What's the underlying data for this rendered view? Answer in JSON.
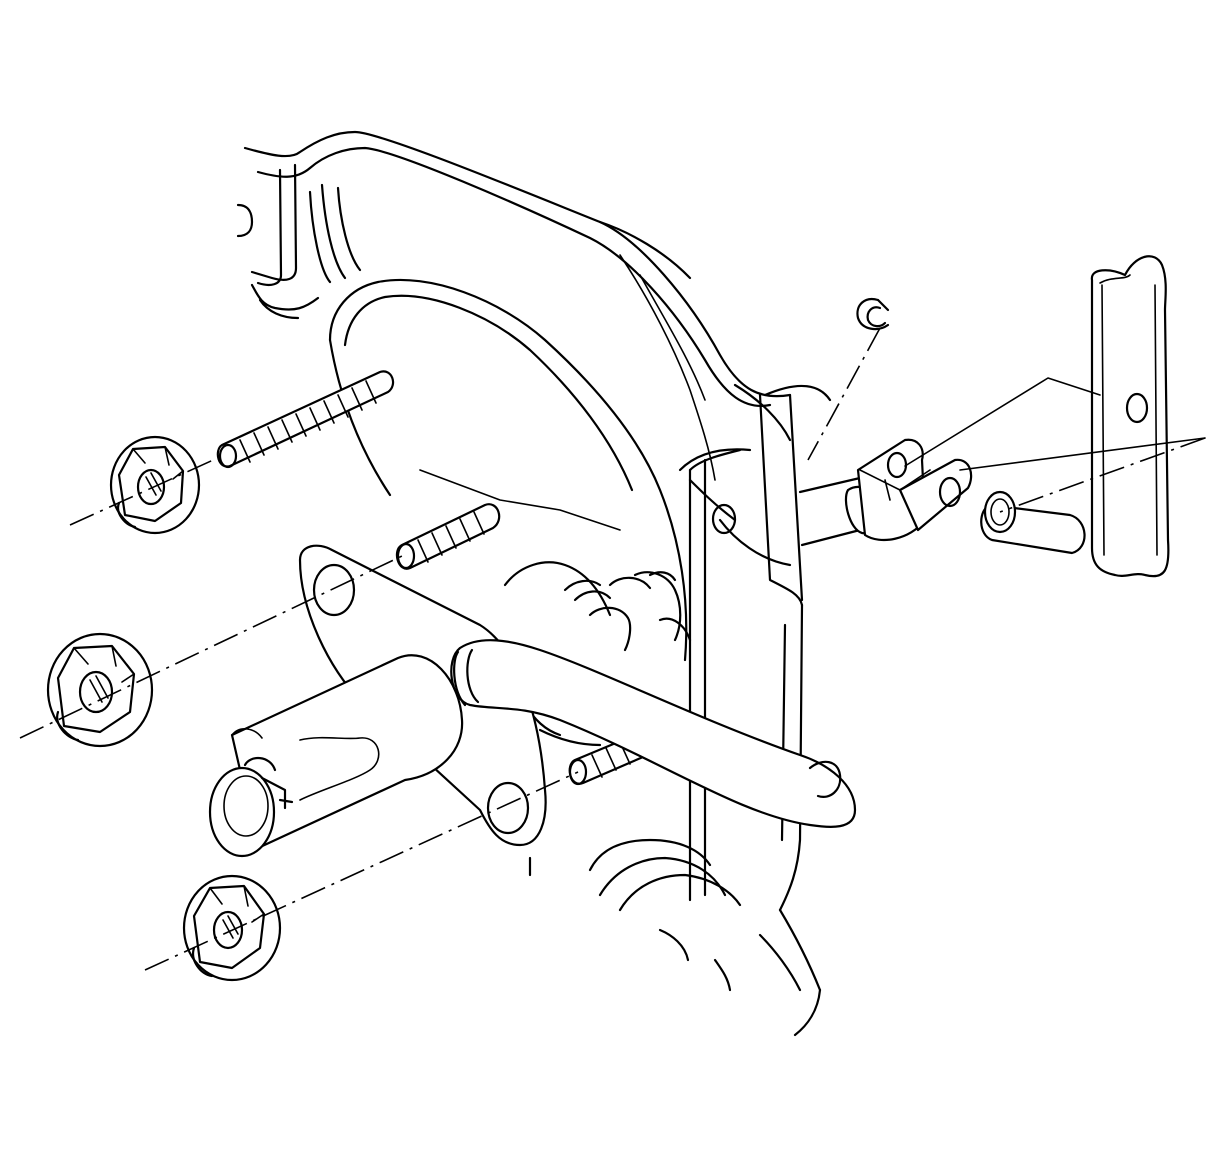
{
  "diagram": {
    "colors": {
      "line": "#000000",
      "background": "#ffffff"
    },
    "parts": [
      {
        "name": "brake-booster",
        "icon": "booster-icon"
      },
      {
        "name": "mounting-stud",
        "icon": "stud-icon"
      },
      {
        "name": "flange-nut",
        "icon": "nut-icon"
      },
      {
        "name": "master-cylinder",
        "icon": "cylinder-icon"
      },
      {
        "name": "vacuum-hose",
        "icon": "hose-icon"
      },
      {
        "name": "pushrod-clevis",
        "icon": "clevis-icon"
      },
      {
        "name": "retaining-clip",
        "icon": "clip-icon"
      },
      {
        "name": "clevis-pin",
        "icon": "pin-icon"
      },
      {
        "name": "brake-pedal-arm",
        "icon": "pedal-icon"
      }
    ]
  }
}
